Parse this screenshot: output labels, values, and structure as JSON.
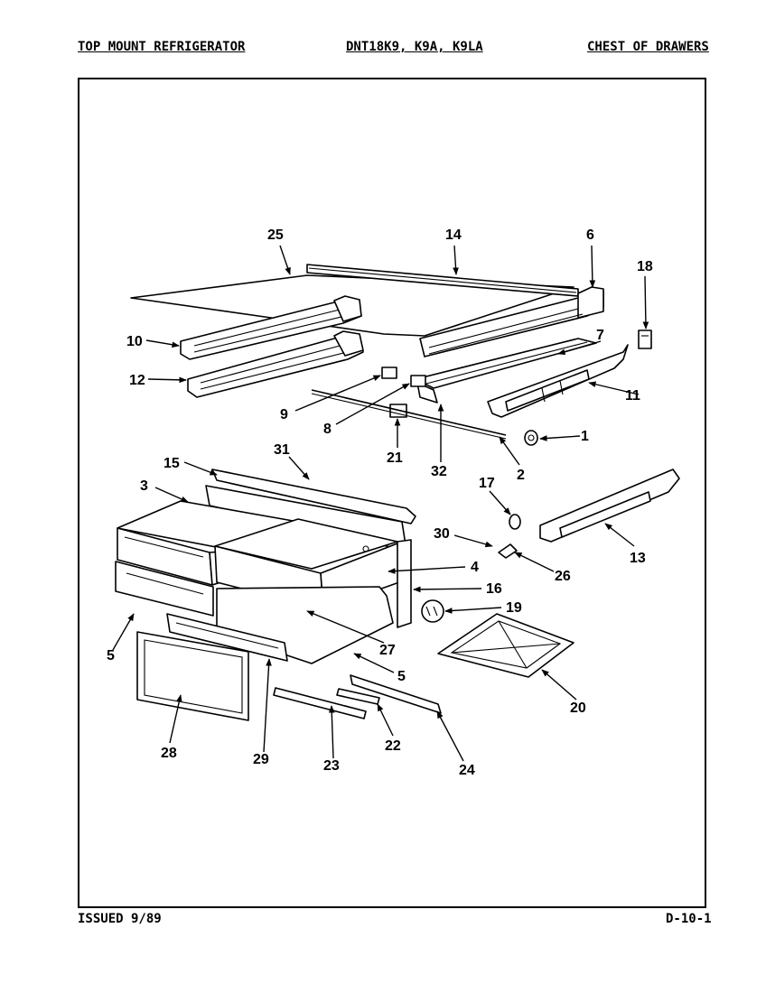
{
  "header": {
    "left": "TOP MOUNT REFRIGERATOR",
    "center": "DNT18K9, K9A, K9LA",
    "right": "CHEST OF DRAWERS"
  },
  "footer": {
    "left": "ISSUED 9/89",
    "right": "D-10-1"
  },
  "callouts": [
    "25",
    "14",
    "6",
    "18",
    "10",
    "7",
    "12",
    "11",
    "9",
    "8",
    "21",
    "32",
    "1",
    "2",
    "31",
    "15",
    "17",
    "3",
    "30",
    "26",
    "13",
    "4",
    "16",
    "19",
    "5",
    "27",
    "20",
    "28",
    "29",
    "23",
    "22",
    "24"
  ]
}
